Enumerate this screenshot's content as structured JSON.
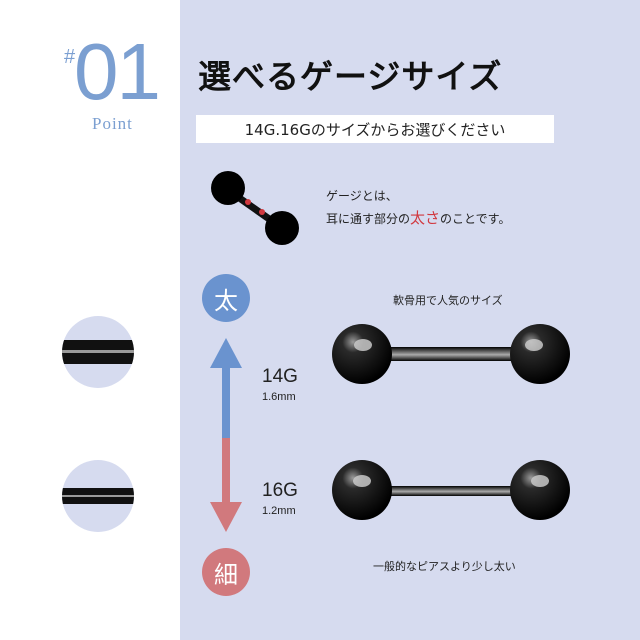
{
  "header": {
    "hash": "#",
    "number": "01",
    "point_label": "Point",
    "title": "選べるゲージサイズ",
    "subtitle": "14G.16Gのサイズからお選びください"
  },
  "gauge_desc": {
    "line1": "ゲージとは、",
    "line2_before": "耳に通す部分の",
    "line2_highlight": "太さ",
    "line2_after": "のことです。"
  },
  "scale": {
    "thick_label": "太",
    "thin_label": "細"
  },
  "sizes": [
    {
      "gauge": "14G",
      "mm": "1.6mm",
      "caption": "軟骨用で人気のサイズ"
    },
    {
      "gauge": "16G",
      "mm": "1.2mm",
      "caption": "一般的なピアスより少し太い"
    }
  ],
  "colors": {
    "panel": "#d6dbef",
    "accent_blue": "#6a93cf",
    "accent_red": "#d1797d",
    "highlight": "#d1383f"
  },
  "icons": [
    "barbell-icon",
    "double-arrow-icon"
  ]
}
